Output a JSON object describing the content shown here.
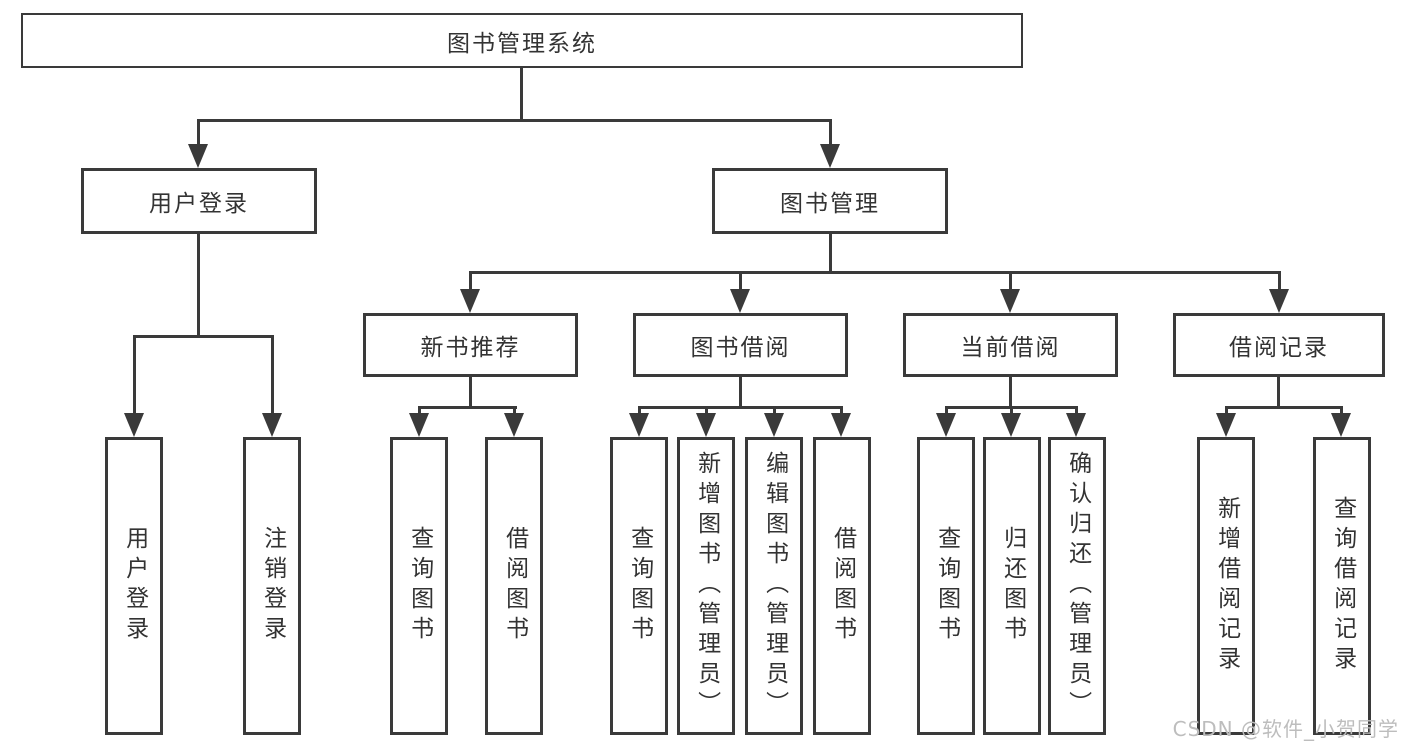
{
  "diagram": {
    "title": "图书管理系统",
    "root": "图书管理系统",
    "level2": {
      "user_login": "用户登录",
      "book_mgmt": "图书管理"
    },
    "level3": {
      "new_books": "新书推荐",
      "borrowing": "图书借阅",
      "current": "当前借阅",
      "records": "借阅记录"
    },
    "leaves": {
      "user_login": [
        "用户登录",
        "注销登录"
      ],
      "new_books": [
        "查询图书",
        "借阅图书"
      ],
      "borrowing": [
        "查询图书",
        "新增图书（管理员）",
        "编辑图书（管理员）",
        "借阅图书"
      ],
      "current": [
        "查询图书",
        "归还图书",
        "确认归还（管理员）"
      ],
      "records": [
        "新增借阅记录",
        "查询借阅记录"
      ]
    }
  },
  "colors": {
    "line": "#3a3a3a",
    "text": "#333333",
    "background": "#ffffff",
    "watermark": "#bdbdbd"
  },
  "watermark": "CSDN @软件_小贺同学"
}
